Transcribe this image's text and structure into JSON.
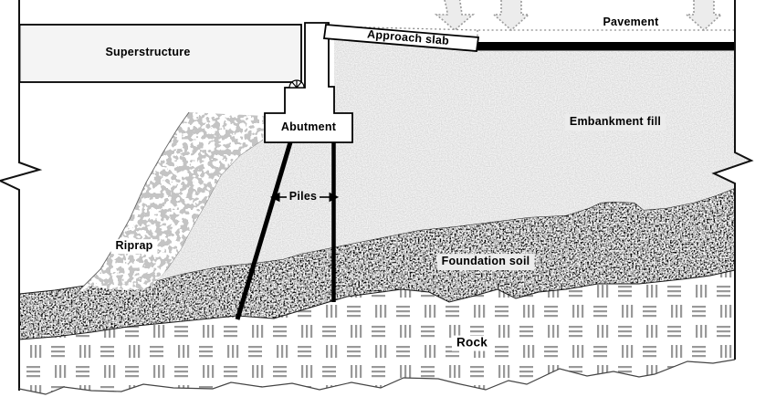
{
  "labels": {
    "superstructure": "Superstructure",
    "approach_slab": "Approach slab",
    "pavement": "Pavement",
    "embankment_fill": "Embankment fill",
    "abutment": "Abutment",
    "piles": "Piles",
    "riprap": "Riprap",
    "foundation_soil": "Foundation soil",
    "rock": "Rock"
  },
  "colors": {
    "deck_fill": "#f4f4f4",
    "embankment_stipple_base": "#ededed",
    "riprap_stone": "#8c8c8c",
    "rock_hatch": "#999999",
    "pavement": "#000000",
    "load_arrow_fill": "#ececec",
    "load_arrow_outline": "#9a9a9a",
    "outline": "#000000"
  }
}
